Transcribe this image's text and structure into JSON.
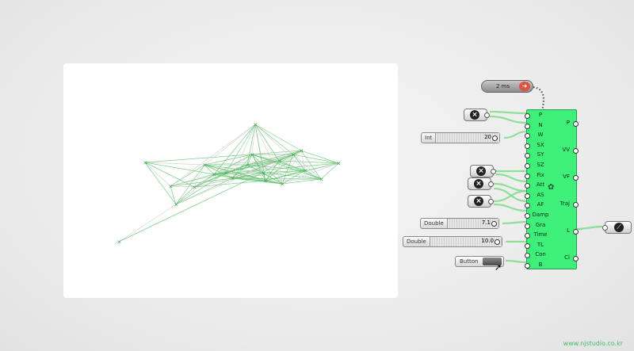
{
  "timer": {
    "label": "2 ms"
  },
  "sliders": {
    "int_slider": {
      "label": "Int",
      "value": "20"
    },
    "double_slider_1": {
      "label": "Double",
      "value": "7.1"
    },
    "double_slider_2": {
      "label": "Double",
      "value": "10.0"
    }
  },
  "button": {
    "label": "Button"
  },
  "kangaroo": {
    "inputs": [
      "P",
      "N",
      "W",
      "SX",
      "SY",
      "SZ",
      "Fix",
      "Att",
      "AS",
      "AF",
      "Damp",
      "Gra",
      "Time",
      "TL",
      "Con",
      "B"
    ],
    "outputs": [
      "P",
      "VV",
      "VF",
      "Traj",
      "L",
      "Ci"
    ]
  },
  "watermark": "www.njstudio.co.kr",
  "colors": {
    "component": "#3ef07a",
    "wire": "#7fdc88",
    "mesh": "#5cc46a"
  }
}
